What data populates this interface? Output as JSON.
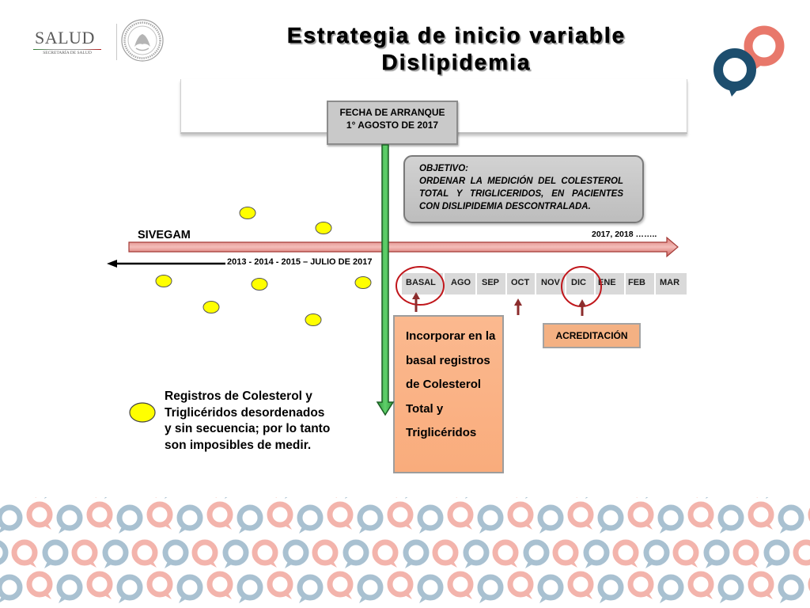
{
  "header": {
    "logo": {
      "name": "SALUD",
      "subtitle": "SECRETARÍA DE SALUD"
    },
    "title": {
      "line1": "Estrategia de inicio variable",
      "line2": "Dislipidemia"
    }
  },
  "start_box": {
    "line1": "FECHA DE ARRANQUE",
    "line2": "1° AGOSTO DE 2017"
  },
  "objective": {
    "heading": "OBJETIVO:",
    "lines": [
      "ORDENAR LA MEDICIÓN DEL COLESTEROL",
      "TOTAL Y TRIGLICERIDOS, EN PACIENTES",
      "CON DISLIPIDEMIA DESCONTRALADA."
    ]
  },
  "timeline": {
    "label": "SIVEGAM",
    "future_label": "2017, 2018 ……..",
    "past_label": "2013 - 2014 - 2015 – JULIO DE 2017",
    "months": [
      {
        "label": "BASAL",
        "circled": true,
        "arrow": true
      },
      {
        "label": "AGO",
        "circled": false,
        "arrow": false
      },
      {
        "label": "SEP",
        "circled": false,
        "arrow": false
      },
      {
        "label": "OCT",
        "circled": false,
        "arrow": true
      },
      {
        "label": "NOV",
        "circled": false,
        "arrow": false
      },
      {
        "label": "DIC",
        "circled": true,
        "arrow": true
      },
      {
        "label": "ENE",
        "circled": false,
        "arrow": false
      },
      {
        "label": "FEB",
        "circled": false,
        "arrow": false
      },
      {
        "label": "MAR",
        "circled": false,
        "arrow": false
      }
    ]
  },
  "accreditation": {
    "label": "ACREDITACIÓN"
  },
  "incorporate_box": {
    "lines": [
      "Incorporar en la",
      "basal registros",
      "de Colesterol",
      "Total y",
      "Triglicéridos"
    ]
  },
  "legend": {
    "lines": [
      "Registros de Colesterol y",
      "Triglicéridos desordenados",
      "y sin secuencia; por lo tanto",
      "son  imposibles de medir."
    ]
  },
  "icons": {
    "seal": "coat-of-arms-seal-icon",
    "brand_logo": "interlocking-rings-logo-icon",
    "background": "ring-pattern"
  },
  "colors": {
    "timeline_arrow": "#e38d8a",
    "start_arrow": "#39b54a",
    "record_dot": "#ffff00",
    "highlight_circle": "#c0161b",
    "month_arrow": "#8c2d2d",
    "objective_box": "#c4c4c4",
    "start_box": "#c9c9c9",
    "month_cell": "#d9d9d9",
    "incorporate_box": "#fab187",
    "accreditation_box": "#f4b183",
    "brand_blue": "#1d4e6e",
    "brand_salmon": "#e8786b"
  }
}
